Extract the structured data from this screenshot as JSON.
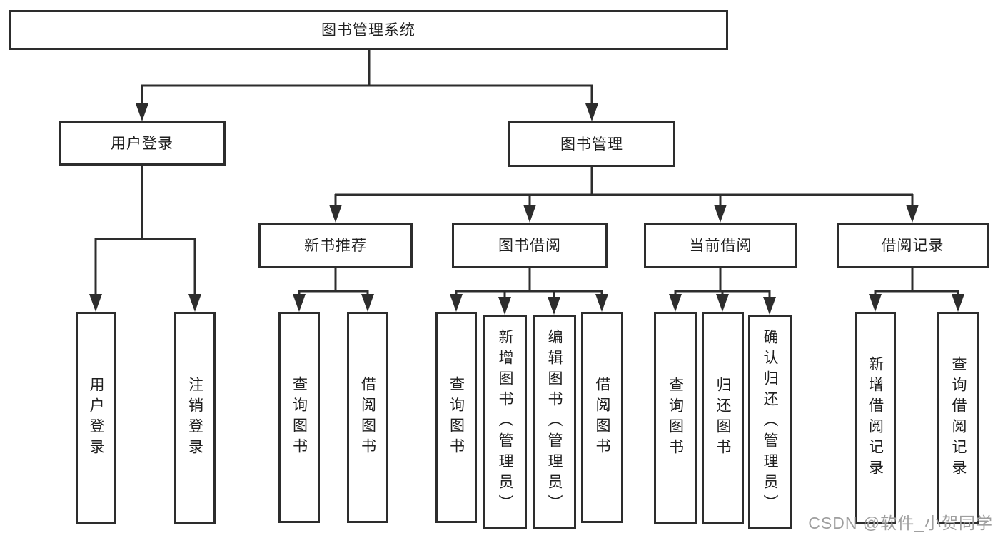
{
  "diagram": {
    "type": "hierarchy-tree",
    "title": "图书管理系统",
    "nodes": [
      {
        "id": "root",
        "label": "图书管理系统",
        "level": 1,
        "parent": null
      },
      {
        "id": "user-login",
        "label": "用户登录",
        "level": 2,
        "parent": "root"
      },
      {
        "id": "book-mgmt",
        "label": "图书管理",
        "level": 2,
        "parent": "root"
      },
      {
        "id": "new-book-rec",
        "label": "新书推荐",
        "level": 3,
        "parent": "book-mgmt"
      },
      {
        "id": "book-borrow",
        "label": "图书借阅",
        "level": 3,
        "parent": "book-mgmt"
      },
      {
        "id": "current-borrow",
        "label": "当前借阅",
        "level": 3,
        "parent": "book-mgmt"
      },
      {
        "id": "borrow-record",
        "label": "借阅记录",
        "level": 3,
        "parent": "book-mgmt"
      },
      {
        "id": "login",
        "label": "用户登录",
        "level": 4,
        "parent": "user-login"
      },
      {
        "id": "logout",
        "label": "注销登录",
        "level": 4,
        "parent": "user-login"
      },
      {
        "id": "rec-query",
        "label": "查询图书",
        "level": 4,
        "parent": "new-book-rec"
      },
      {
        "id": "rec-borrow",
        "label": "借阅图书",
        "level": 4,
        "parent": "new-book-rec"
      },
      {
        "id": "bb-query",
        "label": "查询图书",
        "level": 4,
        "parent": "book-borrow"
      },
      {
        "id": "bb-add",
        "label": "新增图书（管理员）",
        "level": 4,
        "parent": "book-borrow"
      },
      {
        "id": "bb-edit",
        "label": "编辑图书（管理员）",
        "level": 4,
        "parent": "book-borrow"
      },
      {
        "id": "bb-borrow",
        "label": "借阅图书",
        "level": 4,
        "parent": "book-borrow"
      },
      {
        "id": "cb-query",
        "label": "查询图书",
        "level": 4,
        "parent": "current-borrow"
      },
      {
        "id": "cb-return",
        "label": "归还图书",
        "level": 4,
        "parent": "current-borrow"
      },
      {
        "id": "cb-confirm",
        "label": "确认归还（管理员）",
        "level": 4,
        "parent": "current-borrow"
      },
      {
        "id": "br-add",
        "label": "新增借阅记录",
        "level": 4,
        "parent": "borrow-record"
      },
      {
        "id": "br-query",
        "label": "查询借阅记录",
        "level": 4,
        "parent": "borrow-record"
      }
    ],
    "line_color": "#2d2d2d"
  },
  "watermark": {
    "text": "CSDN @软件_小贺同学"
  }
}
